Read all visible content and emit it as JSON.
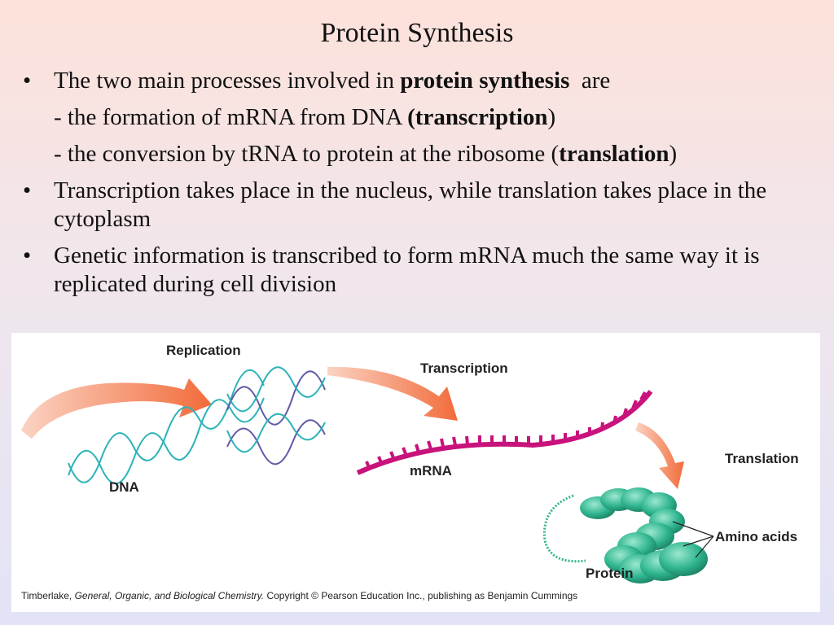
{
  "slide": {
    "title": "Protein Synthesis",
    "bullets": [
      {
        "parts": [
          "The two main processes involved in ",
          "protein synthesis",
          "  are"
        ],
        "subs": [
          {
            "parts": [
              "- the formation of mRNA from DNA ",
              "(transcription",
              ")"
            ]
          },
          {
            "parts": [
              "- the conversion by tRNA to protein at the ribosome (",
              "translation",
              ")"
            ]
          }
        ]
      },
      {
        "text": "Transcription takes place in the nucleus, while translation takes place in the cytoplasm"
      },
      {
        "text": "Genetic information is transcribed to form mRNA much the same way it is replicated during cell division"
      }
    ],
    "bullet_glyph": "•"
  },
  "figure": {
    "labels": {
      "replication": "Replication",
      "transcription": "Transcription",
      "translation": "Translation",
      "dna": "DNA",
      "mrna": "mRNA",
      "protein": "Protein",
      "amino_acids": "Amino acids"
    },
    "caption": {
      "author": "Timberlake, ",
      "book": "General, Organic, and Biological Chemistry.",
      "rest": " Copyright © Pearson Education Inc., publishing as Benjamin Cummings"
    },
    "colors": {
      "arrow": "#f26b3a",
      "dna_strand": "#2ab3b8",
      "dna_strand_dark": "#5f5aa8",
      "mrna": "#c8127c",
      "protein": "#2fb58f"
    }
  }
}
